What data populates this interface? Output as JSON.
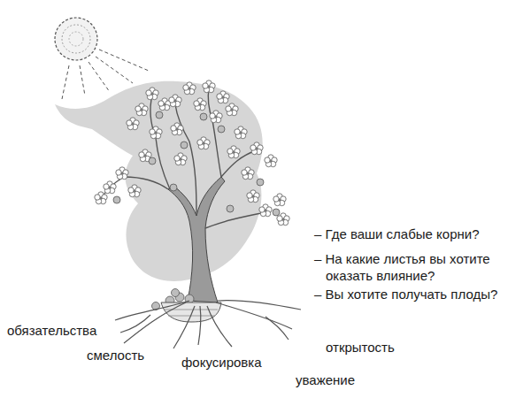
{
  "diagram": {
    "labels": [
      "– Где ваши слабые корни?",
      "– На какие листья вы хотите оказать влияние?",
      "– Вы хотите получать плоды?",
      "обязательства",
      "смелость",
      "фокусировка",
      "открытость",
      "уважение"
    ]
  }
}
